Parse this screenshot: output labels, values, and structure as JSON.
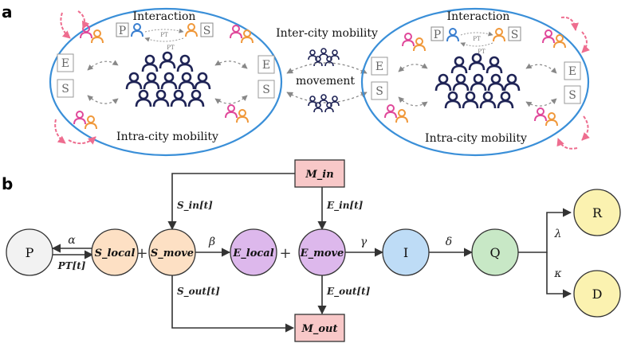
{
  "panels": {
    "a": "a",
    "b": "b"
  },
  "top": {
    "interaction_left": "Interaction",
    "interaction_right": "Interaction",
    "inter_city": "Inter-city mobility",
    "movement": "movement",
    "intra_left": "Intra-city mobility",
    "intra_right": "Intra-city mobility",
    "box_p": "P",
    "box_s": "S",
    "box_e": "E",
    "pt": "PT"
  },
  "nodes": {
    "P": "P",
    "S_local": "S_local",
    "S_move": "S_move",
    "E_local": "E_local",
    "E_move": "E_move",
    "I": "I",
    "Q": "Q",
    "R": "R",
    "D": "D",
    "M_in": "M_in",
    "M_out": "M_out"
  },
  "edges": {
    "alpha": "α",
    "pt_t": "PT[t]",
    "beta": "β",
    "gamma": "γ",
    "delta": "δ",
    "lambda": "λ",
    "kappa": "κ",
    "s_in": "S_in[t]",
    "e_in": "E_in[t]",
    "s_out": "S_out[t]",
    "e_out": "E_out[t]",
    "plus": "+"
  },
  "colors": {
    "city_border": "#3a8fd8",
    "person_dark": "#1f2456",
    "person_pink": "#e0489a",
    "person_orange": "#f0983a",
    "person_blue": "#3a7fd0",
    "arrow_pink": "#ee6d8f",
    "P": "#f2f2f2",
    "S": "#fde0c4",
    "E": "#ddb8ec",
    "I": "#bedcf6",
    "Q": "#c8e8c6",
    "RD": "#fbf2b0",
    "M": "#f8c8c8"
  }
}
